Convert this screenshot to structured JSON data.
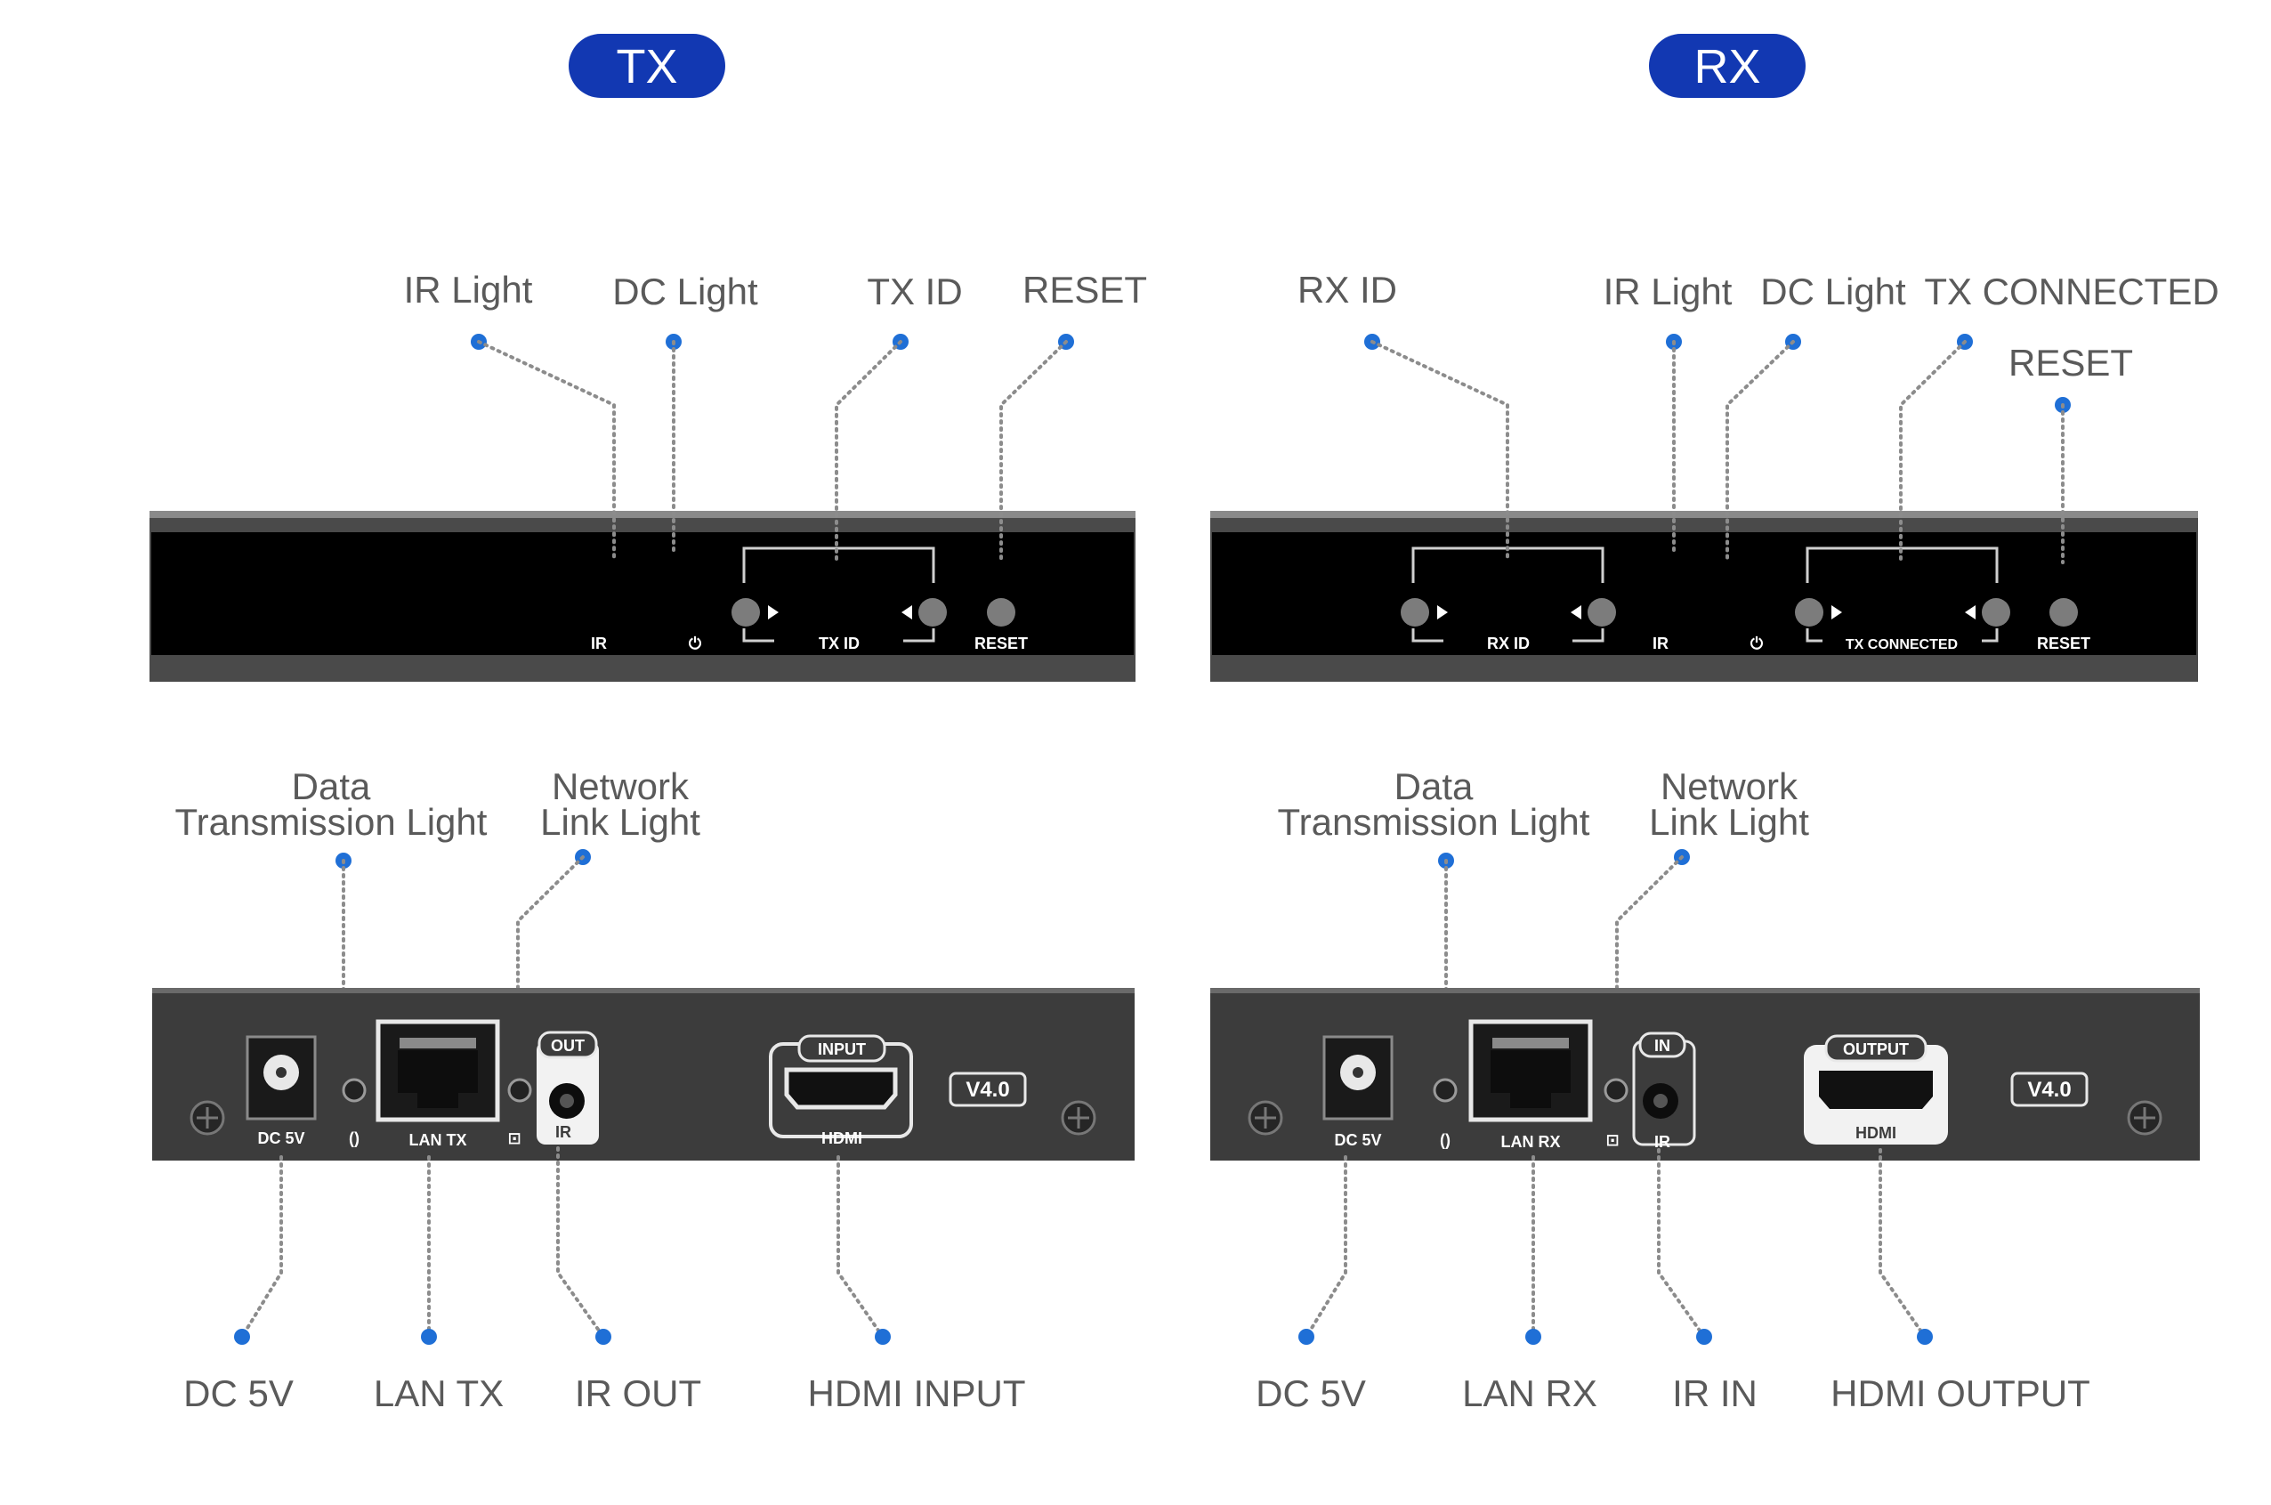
{
  "colors": {
    "pill": "#1238b2",
    "dot": "#1f6fd6",
    "label_text": "#5a5a5a",
    "front_panel": "#000000",
    "rear_panel": "#3c3c3c"
  },
  "tx": {
    "badge": "TX",
    "front_callouts": [
      "IR Light",
      "DC Light",
      "TX ID",
      "RESET"
    ],
    "front_panel": {
      "ir": "IR",
      "power_icon": "⏻",
      "tx_id": "TX ID",
      "reset": "RESET"
    },
    "rear_callouts_top": [
      [
        "Data",
        "Transmission Light"
      ],
      [
        "Network",
        "Link Light"
      ]
    ],
    "rear_panel": {
      "dc": "DC 5V",
      "data_icon": "()",
      "lan": "LAN TX",
      "net_icon": "⊡",
      "ir_tag": "OUT",
      "ir": "IR",
      "hdmi_tag": "INPUT",
      "hdmi": "HDMI",
      "version": "V4.0"
    },
    "rear_callouts_bottom": [
      "DC 5V",
      "LAN TX",
      "IR OUT",
      "HDMI INPUT"
    ]
  },
  "rx": {
    "badge": "RX",
    "front_callouts": [
      "RX ID",
      "IR Light",
      "DC Light",
      "TX CONNECTED",
      "RESET"
    ],
    "front_panel": {
      "rx_id": "RX ID",
      "ir": "IR",
      "power_icon": "⏻",
      "tx_connected": "TX CONNECTED",
      "reset": "RESET"
    },
    "rear_callouts_top": [
      [
        "Data",
        "Transmission Light"
      ],
      [
        "Network",
        "Link Light"
      ]
    ],
    "rear_panel": {
      "dc": "DC 5V",
      "data_icon": "()",
      "lan": "LAN RX",
      "net_icon": "⊡",
      "ir_tag": "IN",
      "ir": "IR",
      "hdmi_tag": "OUTPUT",
      "hdmi": "HDMI",
      "version": "V4.0"
    },
    "rear_callouts_bottom": [
      "DC 5V",
      "LAN RX",
      "IR IN",
      "HDMI OUTPUT"
    ]
  }
}
